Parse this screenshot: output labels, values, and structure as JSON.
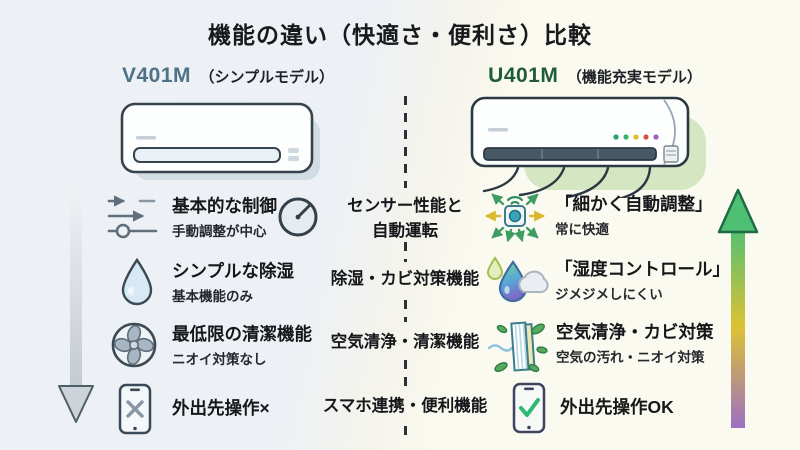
{
  "title": "機能の違い（快適さ・便利さ）比較",
  "colors": {
    "left_model": "#4d7387",
    "right_model": "#1f5d3a",
    "text_dark": "#15171a",
    "left_background": "#edf1f6",
    "right_background": "#fbfaf0",
    "down_arrow_gray": "#c3cad1",
    "up_arrow_green": "#4fbf73",
    "up_arrow_yellow": "#ddc233",
    "up_arrow_purple": "#9d6fc3"
  },
  "left_column": {
    "model": "V401M",
    "model_suffix": "（シンプルモデル）",
    "unit_image": "simple-air-conditioner",
    "arrow_direction": "down",
    "rows": [
      {
        "icon": "manual-controls-icon",
        "icon2": "gauge-icon",
        "title": "基本的な制御",
        "subtitle": "手動調整が中心"
      },
      {
        "icon": "water-drop-icon",
        "title": "シンプルな除湿",
        "subtitle": "基本機能のみ"
      },
      {
        "icon": "fan-icon",
        "title": "最低限の清潔機能",
        "subtitle": "ニオイ対策なし"
      },
      {
        "icon": "phone-x-icon",
        "title": "外出先操作×",
        "subtitle": ""
      }
    ]
  },
  "center_column": {
    "categories": [
      "センサー性能と\n自動運転",
      "除湿・カビ対策機能",
      "空気清浄・清潔機能",
      "スマホ連携・便利機能"
    ]
  },
  "right_column": {
    "model": "U401M",
    "model_suffix": "（機能充実モデル）",
    "unit_image": "feature-air-conditioner",
    "arrow_direction": "up",
    "rows": [
      {
        "icon": "sensor-icon",
        "title": "「細かく自動調整」",
        "subtitle": "常に快適"
      },
      {
        "icon": "humidity-icon",
        "title": "「湿度コントロール」",
        "subtitle": "ジメジメしにくい"
      },
      {
        "icon": "air-filter-icon",
        "title": "空気清浄・カビ対策",
        "subtitle": "空気の汚れ・ニオイ対策"
      },
      {
        "icon": "phone-check-icon",
        "title": "外出先操作OK",
        "subtitle": ""
      }
    ]
  }
}
